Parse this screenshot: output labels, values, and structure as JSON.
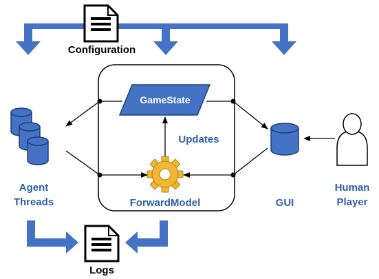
{
  "labels": {
    "configuration": "Configuration",
    "logs": "Logs",
    "game_state": "GameState",
    "updates": "Updates",
    "forward_model": "ForwardModel",
    "agent": "Agent",
    "threads": "Threads",
    "gui": "GUI",
    "human": "Human",
    "player": "Player"
  },
  "colors": {
    "blue": "#4472C4",
    "blue_dark": "#1f3f7a",
    "label_blue": "#2E5FA8",
    "gear": "#F2B632",
    "black": "#000000"
  },
  "icons": {
    "document": "document-icon",
    "database": "database-icon",
    "gear": "gear-icon",
    "person": "person-icon"
  }
}
